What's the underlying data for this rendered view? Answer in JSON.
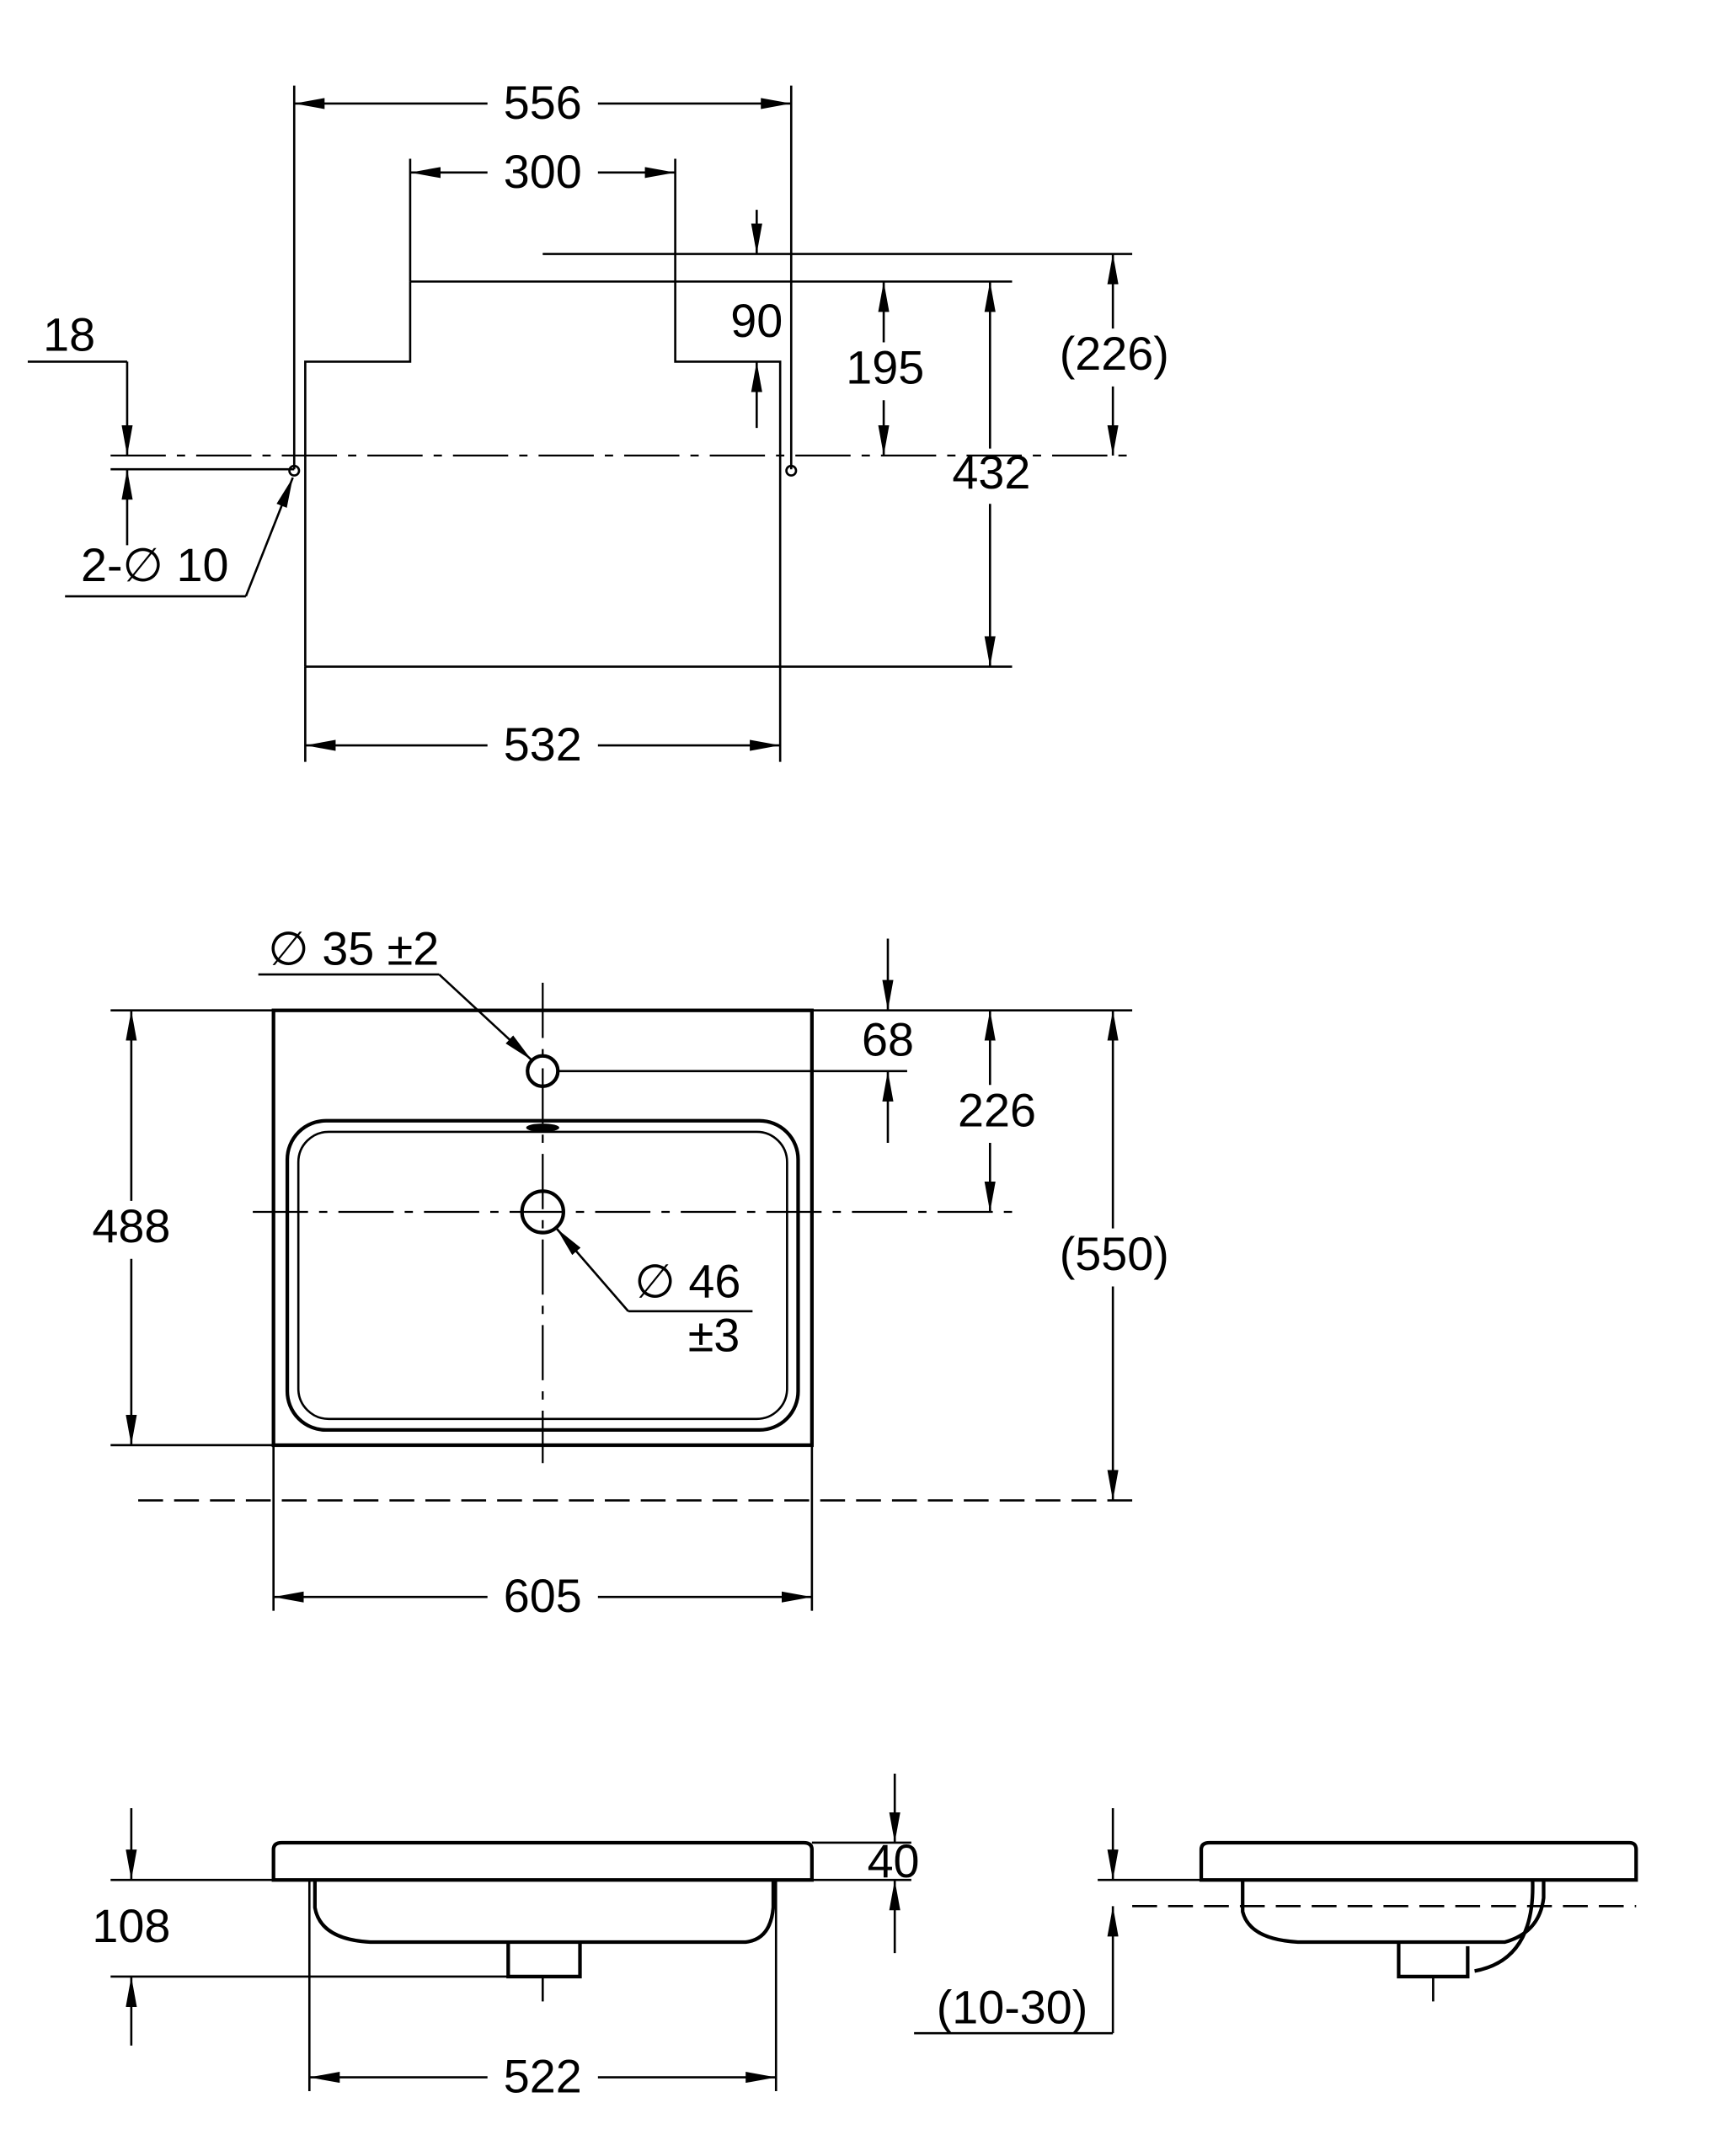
{
  "title": "Washbasin dimension drawing",
  "top_view": {
    "width_overall": "556",
    "width_inner": "300",
    "offset_18": "18",
    "holes": "2-∅ 10",
    "depth_90": "90",
    "depth_195": "195",
    "depth_226": "(226)",
    "depth_432": "432",
    "width_532": "532"
  },
  "plan_view": {
    "tap_hole": "∅ 35 ±2",
    "tap_offset": "68",
    "drain_offset": "226",
    "depth_488": "488",
    "depth_550": "(550)",
    "drain_diameter": "∅ 46",
    "drain_tolerance": "±3",
    "width_605": "605"
  },
  "side_view": {
    "height_40": "40",
    "height_108": "108",
    "width_522": "522",
    "range_10_30": "(10-30)"
  }
}
